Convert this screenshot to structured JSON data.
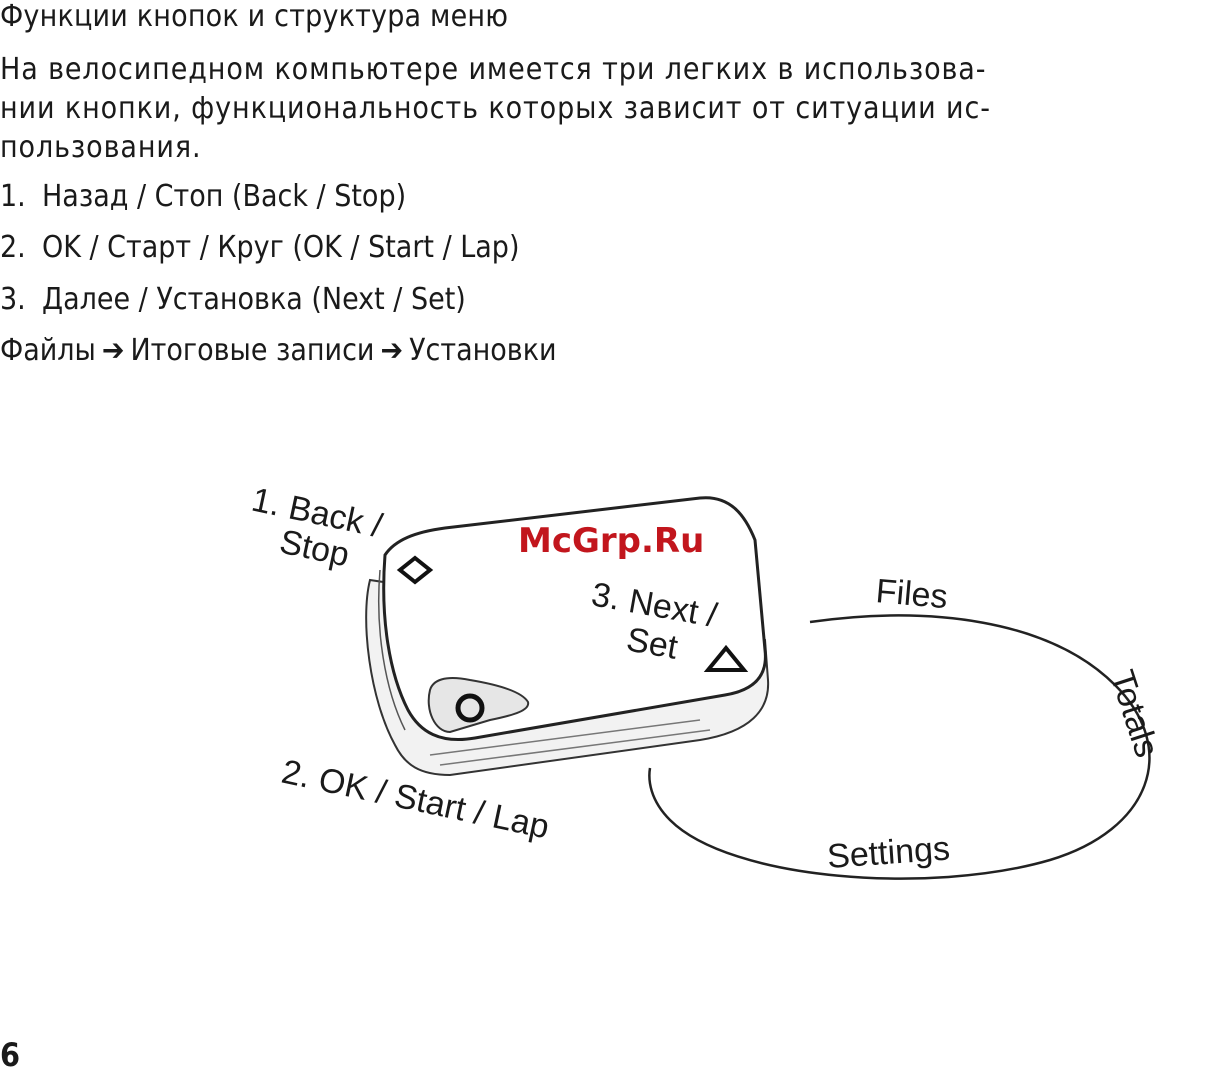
{
  "heading": "Функции кнопок и структура меню",
  "paragraph": {
    "line1": "На велосипедном компьютере имеется три легких в использова-",
    "line2": "нии кнопки, функциональность которых зависит от ситуации ис-",
    "line3": "пользования."
  },
  "buttons": [
    {
      "num": "1.",
      "text": "Назад / Стоп (Back / Stop)"
    },
    {
      "num": "2.",
      "text": "OK / Старт / Круг (OK / Start / Lap)"
    },
    {
      "num": "3.",
      "text": "Далее / Установка (Next / Set)"
    }
  ],
  "menu_structure": {
    "item1": "Файлы",
    "item2": "Итоговые записи",
    "item3": "Установки",
    "arrow": "➔"
  },
  "figure": {
    "label_back_1": "1. Back /",
    "label_back_2": "Stop",
    "label_next_1": "3. Next /",
    "label_next_2": "Set",
    "label_ok": "2. OK / Start / Lap",
    "menu_files": "Files",
    "menu_totals": "Totals",
    "menu_settings": "Settings",
    "watermark": "McGrp.Ru"
  },
  "page_number": "6"
}
